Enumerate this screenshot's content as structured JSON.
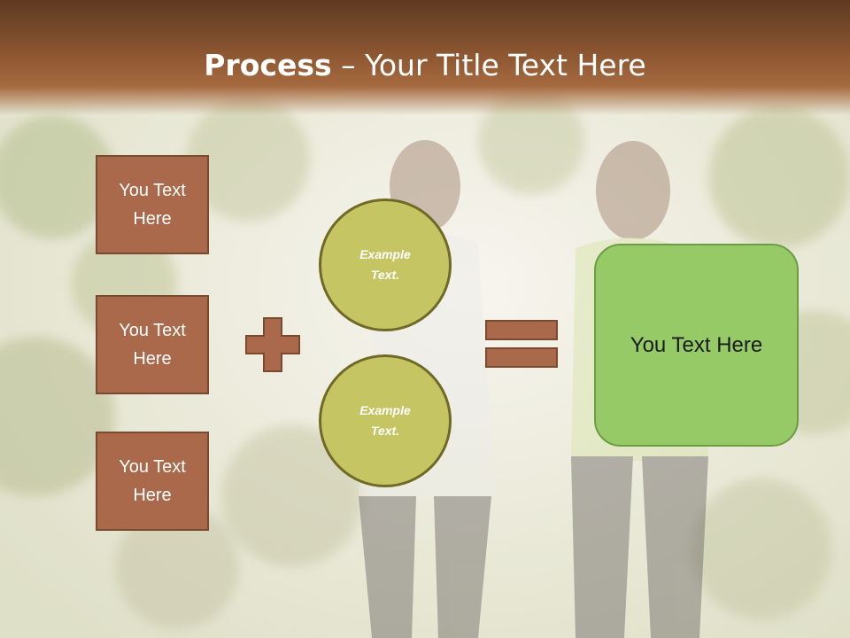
{
  "slide": {
    "title_bold": "Process",
    "title_rest": " – Your Title Text Here",
    "inputs": [
      "You Text Here",
      "You Text Here",
      "You Text Here"
    ],
    "circles": [
      "Example Text.",
      "Example Text."
    ],
    "result": "You Text Here"
  },
  "colors": {
    "header": "#8a5530",
    "box_fill": "#a9694a",
    "circle_fill": "#c5c564",
    "result_fill": "#96ca66",
    "operator": "#a9694a"
  },
  "icons": [
    "plus-sign-icon",
    "equals-sign-icon"
  ]
}
